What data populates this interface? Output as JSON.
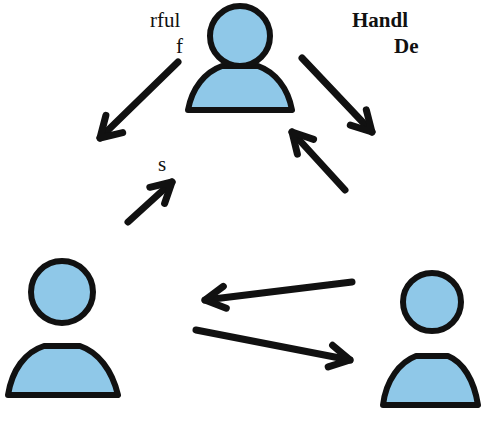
{
  "diagram": {
    "labels": [
      "rful",
      "f",
      "s",
      "Handl",
      "De"
    ]
  }
}
